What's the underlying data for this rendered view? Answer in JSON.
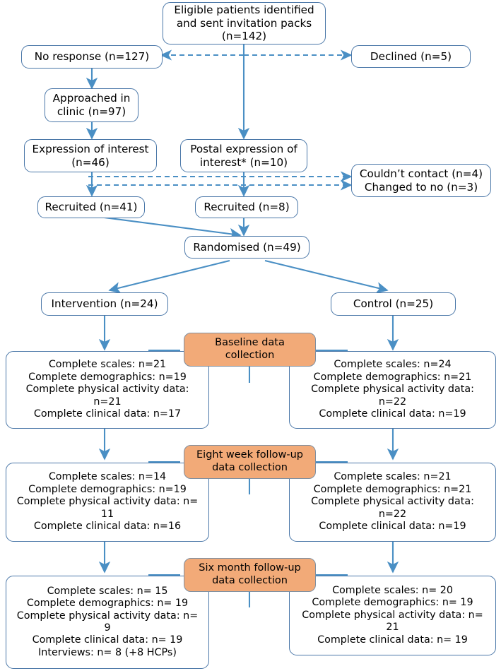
{
  "diagram": {
    "title": "CONSORT participant flow diagram",
    "colors": {
      "box_border": "#4a77a8",
      "box_fill": "#ffffff",
      "phase_fill": "#f2aa78",
      "phase_border": "#7f8fa0",
      "arrow": "#4a8fc4",
      "dashed_arrow": "#4a8fc4",
      "text": "#000000"
    },
    "nodes": {
      "eligible": {
        "lines": [
          "Eligible patients identified",
          "and sent invitation packs",
          "(n=142)"
        ]
      },
      "no_response": {
        "lines": [
          "No response (n=127)"
        ]
      },
      "declined": {
        "lines": [
          "Declined (n=5)"
        ]
      },
      "approached": {
        "lines": [
          "Approached in",
          "clinic (n=97)"
        ]
      },
      "expression_interest": {
        "lines": [
          "Expression of interest",
          "(n=46)"
        ]
      },
      "postal_expression": {
        "lines": [
          "Postal expression of",
          "interest* (n=10)"
        ]
      },
      "couldnt_contact": {
        "lines": [
          "Couldn’t contact (n=4)",
          "Changed to no (n=3)"
        ]
      },
      "recruited_clinic": {
        "lines": [
          "Recruited (n=41)"
        ]
      },
      "recruited_postal": {
        "lines": [
          "Recruited (n=8)"
        ]
      },
      "randomised": {
        "lines": [
          "Randomised (n=49)"
        ]
      },
      "intervention": {
        "lines": [
          "Intervention (n=24)"
        ]
      },
      "control": {
        "lines": [
          "Control (n=25)"
        ]
      },
      "phase_baseline": {
        "lines": [
          "Baseline data",
          "collection"
        ]
      },
      "phase_eight_week": {
        "lines": [
          "Eight week follow-up",
          "data collection"
        ]
      },
      "phase_six_month": {
        "lines": [
          "Six month follow-up",
          "data collection"
        ]
      },
      "baseline_intervention": {
        "lines": [
          "Complete scales: n=21",
          "Complete demographics: n=19",
          "Complete physical activity data:",
          "n=21",
          "Complete clinical data: n=17"
        ]
      },
      "baseline_control": {
        "lines": [
          "Complete scales: n=24",
          "Complete demographics: n=21",
          "Complete physical activity data:",
          "n=22",
          "Complete clinical data: n=19"
        ]
      },
      "eightweek_intervention": {
        "lines": [
          "Complete scales: n=14",
          "Complete demographics: n=19",
          "Complete physical activity data: n=",
          "11",
          "Complete clinical data: n=16"
        ]
      },
      "eightweek_control": {
        "lines": [
          "Complete scales: n=21",
          "Complete demographics: n=21",
          "Complete physical activity data:",
          "n=22",
          "Complete clinical data: n=19"
        ]
      },
      "sixmonth_intervention": {
        "lines": [
          "Complete scales: n= 15",
          "Complete demographics: n= 19",
          "Complete physical activity data: n=",
          "9",
          "Complete clinical data: n= 19",
          "Interviews: n= 8 (+8 HCPs)"
        ]
      },
      "sixmonth_control": {
        "lines": [
          "Complete scales: n= 20",
          "Complete demographics: n= 19",
          "Complete physical activity data: n=",
          "21",
          "Complete clinical data: n= 19"
        ]
      }
    }
  }
}
